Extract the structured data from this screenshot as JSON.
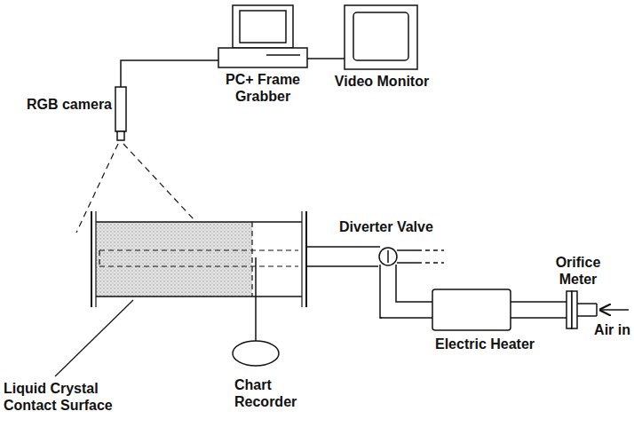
{
  "diagram": {
    "labels": [
      "RGB camera",
      "PC+ Frame Grabber",
      "Video Monitor",
      "Diverter Valve",
      "Orifice Meter",
      "Air in",
      "Electric Heater",
      "Liquid Crystal Contact Surface",
      "Chart Recorder"
    ]
  }
}
